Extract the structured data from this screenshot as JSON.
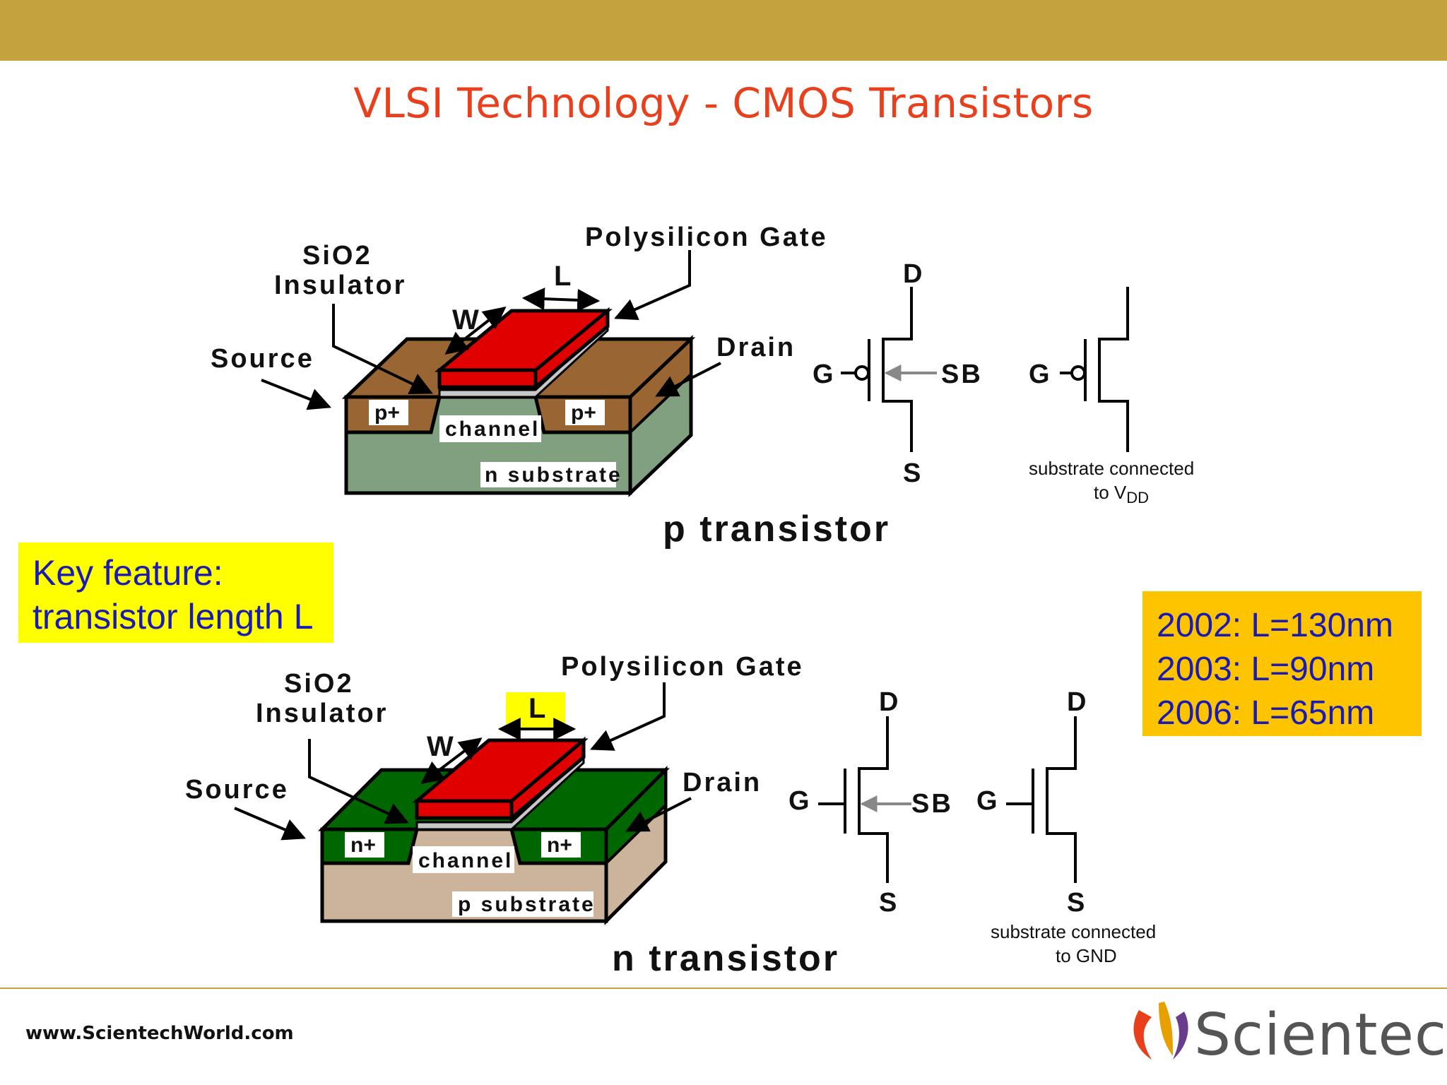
{
  "header": {
    "title": "VLSI Technology - CMOS Transistors"
  },
  "p_transistor": {
    "caption": "p transistor",
    "sio2_line1": "SiO2",
    "sio2_line2": "Insulator",
    "gate_label": "Polysilicon Gate",
    "length_label": "L",
    "width_label": "W",
    "source_label": "Source",
    "drain_label": "Drain",
    "left_doping": "p+",
    "right_doping": "p+",
    "channel_label": "channel",
    "substrate_label": "n substrate",
    "symbol": {
      "d": "D",
      "g": "G",
      "s": "S",
      "sb": "SB"
    },
    "symbol2": {
      "g": "G",
      "note_line1": "substrate connected",
      "note_line2_prefix": "to V",
      "note_line2_sub": "DD"
    }
  },
  "n_transistor": {
    "caption": "n transistor",
    "sio2_line1": "SiO2",
    "sio2_line2": "Insulator",
    "gate_label": "Polysilicon Gate",
    "length_label": "L",
    "width_label": "W",
    "source_label": "Source",
    "drain_label": "Drain",
    "left_doping": "n+",
    "right_doping": "n+",
    "channel_label": "channel",
    "substrate_label": "p substrate",
    "symbol": {
      "d": "D",
      "g": "G",
      "s": "S",
      "sb": "SB"
    },
    "symbol2": {
      "d": "D",
      "g": "G",
      "s": "S",
      "note_line1": "substrate connected",
      "note_line2": "to GND"
    }
  },
  "key_feature": {
    "line1": "Key feature:",
    "line2": "transistor length L"
  },
  "years": [
    "2002: L=130nm",
    "2003: L=90nm",
    "2006: L=65nm"
  ],
  "footer": {
    "url": "www.ScientechWorld.com",
    "brand": "Scientech"
  },
  "colors": {
    "header_bar": "#c4a33f",
    "title": "#e8401c",
    "p_diffusion": "#996633",
    "n_diffusion": "#006600",
    "n_substrate": "#80a080",
    "p_substrate": "#ccb49c",
    "gate": "#e00000",
    "key_box": "#ffff00",
    "year_box": "#ffc400",
    "box_text": "#1a1ab4"
  }
}
